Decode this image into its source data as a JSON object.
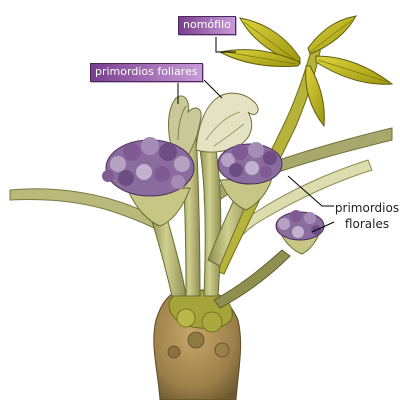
{
  "labels": {
    "nomofilo": "nomófilo",
    "primordios_foliares": "primordios foliares",
    "primordios_florales_line1": "primordios",
    "primordios_florales_line2": "florales"
  },
  "colors": {
    "tag_fill_dark": "#7a3f8e",
    "tag_fill_light": "#c79ad8",
    "stem": "#c6c784",
    "stem_dark": "#7d7e45",
    "stem_light": "#dcdca6",
    "leaf": "#c8c12a",
    "leaf_dark": "#6c6a12",
    "flower_purple": "#7f5a93",
    "flower_light": "#b7a2c4",
    "base_brown": "#a98c55",
    "base_green": "#a4a33a"
  }
}
